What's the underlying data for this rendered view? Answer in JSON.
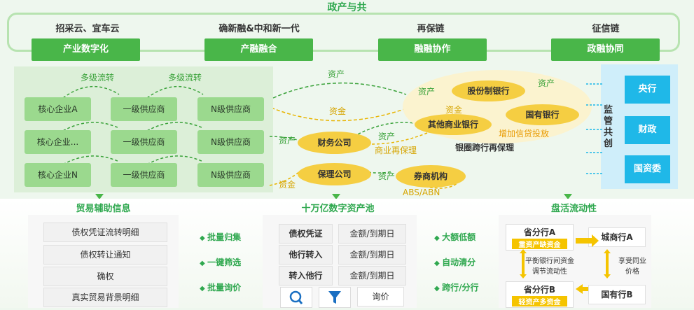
{
  "header": {
    "title": "政产与共"
  },
  "categories": [
    "招采云、宜车云",
    "确新融&中和新一代",
    "再保链",
    "征信链"
  ],
  "green_bars": [
    "产业数字化",
    "产融融合",
    "融融协作",
    "政融协同"
  ],
  "left_grid": {
    "flow_labels": [
      "多级流转",
      "多级流转"
    ],
    "rows": [
      [
        "核心企业A",
        "一级供应商",
        "N级供应商"
      ],
      [
        "核心企业...",
        "一级供应商",
        "N级供应商"
      ],
      [
        "核心企业N",
        "一级供应商",
        "N级供应商"
      ]
    ]
  },
  "middle": {
    "asset_top": "资产",
    "fund_top": "资金",
    "asset_finance": "资产",
    "fund_factoring": "资金",
    "finance_company": "财务公司",
    "factoring_company": "保理公司",
    "asset_to_bank": "资产",
    "commercial_refactoring": "商业再保理",
    "asset_to_broker": "资产",
    "broker": "券商机构",
    "abs_abn": "ABS/ABN"
  },
  "bank_cluster": {
    "joint_stock": "股份制银行",
    "other_commercial": "其他商业银行",
    "state_owned": "国有银行",
    "asset_left": "资产",
    "asset_right": "资产",
    "fund_mid": "资金",
    "credit_increase": "增加信贷投放",
    "caption": "银圈跨行再保理"
  },
  "regulators": {
    "label": "监管共创",
    "items": [
      "央行",
      "财政",
      "国资委"
    ]
  },
  "bottom_left": {
    "title": "贸易辅助信息",
    "rows": [
      "债权凭证流转明细",
      "债权转让通知",
      "确权",
      "真实贸易背景明细"
    ],
    "features": [
      "批量归集",
      "一键筛选",
      "批量询价"
    ]
  },
  "bottom_mid": {
    "title": "十万亿数字资产池",
    "rows": [
      [
        "债权凭证",
        "金额/到期日"
      ],
      [
        "他行转入",
        "金额/到期日"
      ],
      [
        "转入他行",
        "金额/到期日"
      ]
    ],
    "search_icon": "search-icon",
    "filter_icon": "filter-icon",
    "inquiry": "询价",
    "features": [
      "大额低额",
      "自动清分",
      "跨行/分行"
    ]
  },
  "bottom_right": {
    "title": "盘活流动性",
    "prov_a": "省分行A",
    "prov_a_note": "重资产缺资金",
    "city_a": "城商行A",
    "balance_note": "平衡银行间资金\n调节流动性",
    "share_note": "享受同业\n价格",
    "prov_b": "省分行B",
    "prov_b_note": "轻资产多资金",
    "state_b": "国有行B"
  },
  "colors": {
    "green": "#49b649",
    "light_green": "#9bd98e",
    "yellow": "#f5ce42",
    "blue": "#1fb8e8",
    "orange": "#e89a00"
  }
}
